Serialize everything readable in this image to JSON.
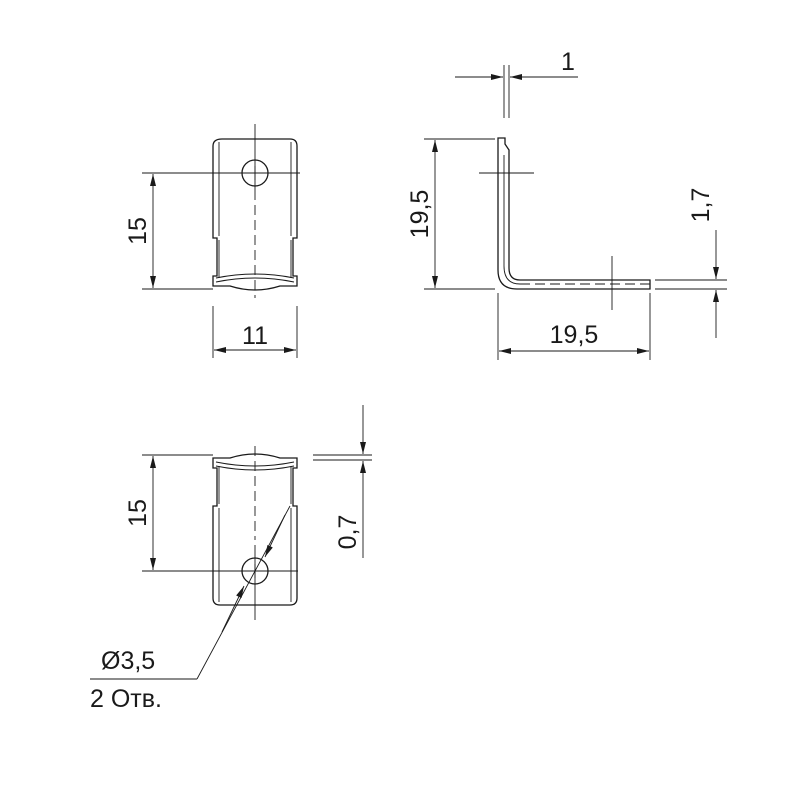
{
  "drawing": {
    "colors": {
      "line": "#1a1a1a",
      "background": "#ffffff"
    },
    "dimensions": {
      "front_top_height": "15",
      "front_top_width": "11",
      "side_height": "19,5",
      "side_length": "19,5",
      "thickness": "1",
      "side_offset": "1,7",
      "front_bottom_height": "15",
      "front_bottom_offset": "0,7"
    },
    "hole_note": {
      "diameter": "Ø3,5",
      "count": "2 Отв."
    }
  }
}
